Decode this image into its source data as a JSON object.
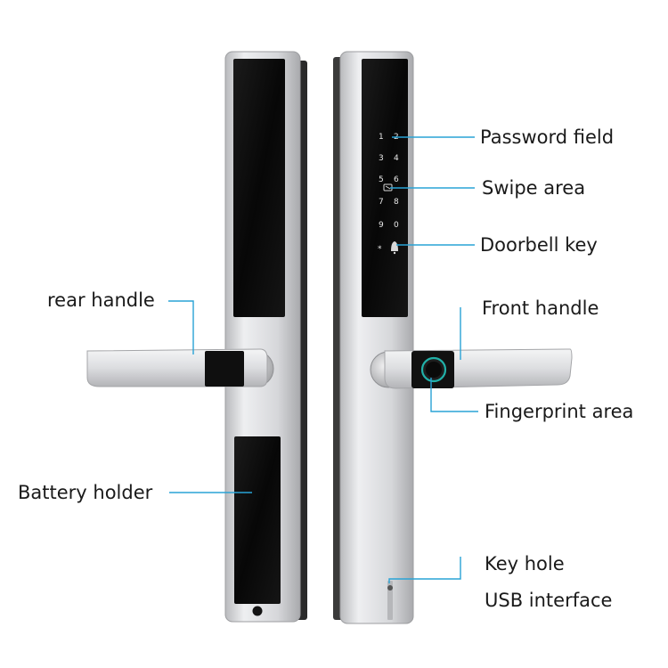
{
  "callouts": {
    "rear_handle": "rear handle",
    "battery_holder": "Battery holder",
    "password_field": "Password field",
    "swipe_area": "Swipe area",
    "doorbell_key": "Doorbell key",
    "front_handle": "Front handle",
    "fingerprint_area": "Fingerprint area",
    "key_hole": "Key hole",
    "usb_interface": "USB interface"
  },
  "keypad": {
    "keys": [
      "1",
      "2",
      "3",
      "4",
      "5",
      "6",
      "7",
      "8",
      "9",
      "0",
      "*"
    ]
  },
  "colors": {
    "callout_line": "#29a3d6",
    "panel_black": "#0d0d0d",
    "silver_body": "#d9dadc"
  },
  "icons": {
    "card": "card-swipe-icon",
    "bell": "doorbell-icon",
    "fingerprint": "fingerprint-sensor-icon",
    "keyhole": "keyhole-icon"
  }
}
